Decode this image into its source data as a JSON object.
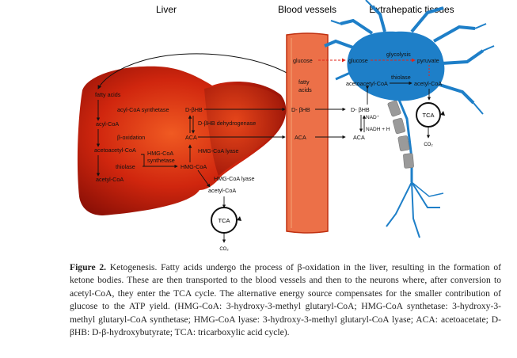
{
  "figure": {
    "headers": {
      "liver": "Liver",
      "blood": "Blood vessels",
      "extra": "Extrahepatic tissues"
    },
    "liver_labels": {
      "fatty_acids": "fatty acids",
      "acyl_coa_synthetase": "acyl-CoA synthetase",
      "acyl_coa": "acyl-CoA",
      "beta_oxidation": "β-oxidation",
      "acetoacetyl_coa": "acetoacetyl-CoA",
      "hmg_coa_synthetase_1": "HMG-CoA",
      "hmg_coa_synthetase_2": "synthetase",
      "thiolase": "thiolase",
      "acetyl_coa": "acetyl-CoA",
      "hmg_coa": "HMG-CoA",
      "d_bhb": "D-βHB",
      "bhb_dehydrogenase": "D-βHB dehydrogenase",
      "aca": "ACA",
      "hmg_coa_lyase": "HMG-CoA  lyase",
      "hmg_coa_lyase_2": "HMG-CoA  lyase",
      "acetyl_coa_2": "acetyl-CoA",
      "tca": "TCA",
      "co2": "CO₂"
    },
    "blood_labels": {
      "glucose": "glucose",
      "fatty_1": "fatty",
      "fatty_2": "acids",
      "d_bhb": "D- βHB",
      "aca": "ACA"
    },
    "neuron_labels": {
      "glucose": "glucose",
      "glycolysis": "glycolysis",
      "pyruvate": "pyruvate",
      "thiolase": "thiolase",
      "acetoacetyl_coa": "acetoacetyl-CoA",
      "acetyl_coa": "acetyl-CoA",
      "d_bhb": "D- βHB",
      "nad": "NAD⁺",
      "nadh": "NADH + H",
      "aca": "ACA",
      "tca": "TCA",
      "co2": "CO₂"
    }
  },
  "caption": {
    "label": "Figure 2.",
    "text": " Ketogenesis. Fatty acids undergo the process of β-oxidation in the liver, resulting in the formation of ketone bodies. These are then transported to the blood vessels and then to the neurons where, after conversion to acetyl-CoA, they enter the TCA cycle. The alternative energy source compensates for the smaller contribution of glucose to the ATP yield. (HMG-CoA: 3-hydroxy-3-methyl glutaryl-CoA; HMG-CoA synthetase: 3-hydroxy-3-methyl glutaryl-CoA synthetase; HMG-CoA lyase: 3-hydroxy-3-methyl glutaryl-CoA lyase; ACA: acetoacetate; D-βHB: D-β-hydroxybutyrate; TCA: tricarboxylic acid cycle)."
  },
  "colors": {
    "liver_dark": "#9c1208",
    "liver_mid": "#d42a10",
    "liver_light": "#f26a2a",
    "vessel": "#ec7048",
    "vessel_edge": "#c03010",
    "neuron": "#1e7fc8",
    "myelin": "#9a9a9a",
    "dashed_red": "#e0241a"
  }
}
